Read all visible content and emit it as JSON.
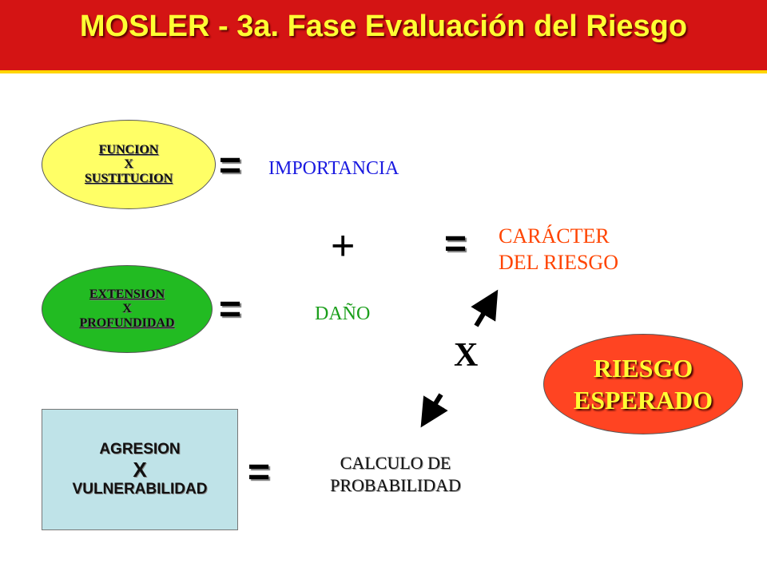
{
  "header": {
    "title": "MOSLER - 3a. Fase Evaluación del Riesgo"
  },
  "diagram": {
    "funcion_sustitucion": {
      "line1": "FUNCION",
      "line2": "X",
      "line3": "SUSTITUCION"
    },
    "extension_profundidad": {
      "line1": "EXTENSION",
      "line2": "X",
      "line3": "PROFUNDIDAD"
    },
    "agresion_vulnerabilidad": {
      "line1": "AGRESION",
      "line2": "X",
      "line3": "VULNERABILIDAD"
    },
    "equals_symbol": "=",
    "plus_symbol": "+",
    "multiply_symbol": "X",
    "importancia": "IMPORTANCIA",
    "dano": "DAÑO",
    "caracter": {
      "line1": "CARÁCTER",
      "line2": "DEL RIESGO"
    },
    "calculo": {
      "line1": "CALCULO DE",
      "line2": "PROBABILIDAD"
    },
    "riesgo_esperado": {
      "line1": "RIESGO",
      "line2": "ESPERADO"
    },
    "colors": {
      "header_bg": "#d41414",
      "header_text": "#ffff33",
      "importancia": "#1a1ae0",
      "dano": "#1a9e1a",
      "caracter": "#ff4400",
      "riesgo_fill": "#ff4422"
    }
  }
}
